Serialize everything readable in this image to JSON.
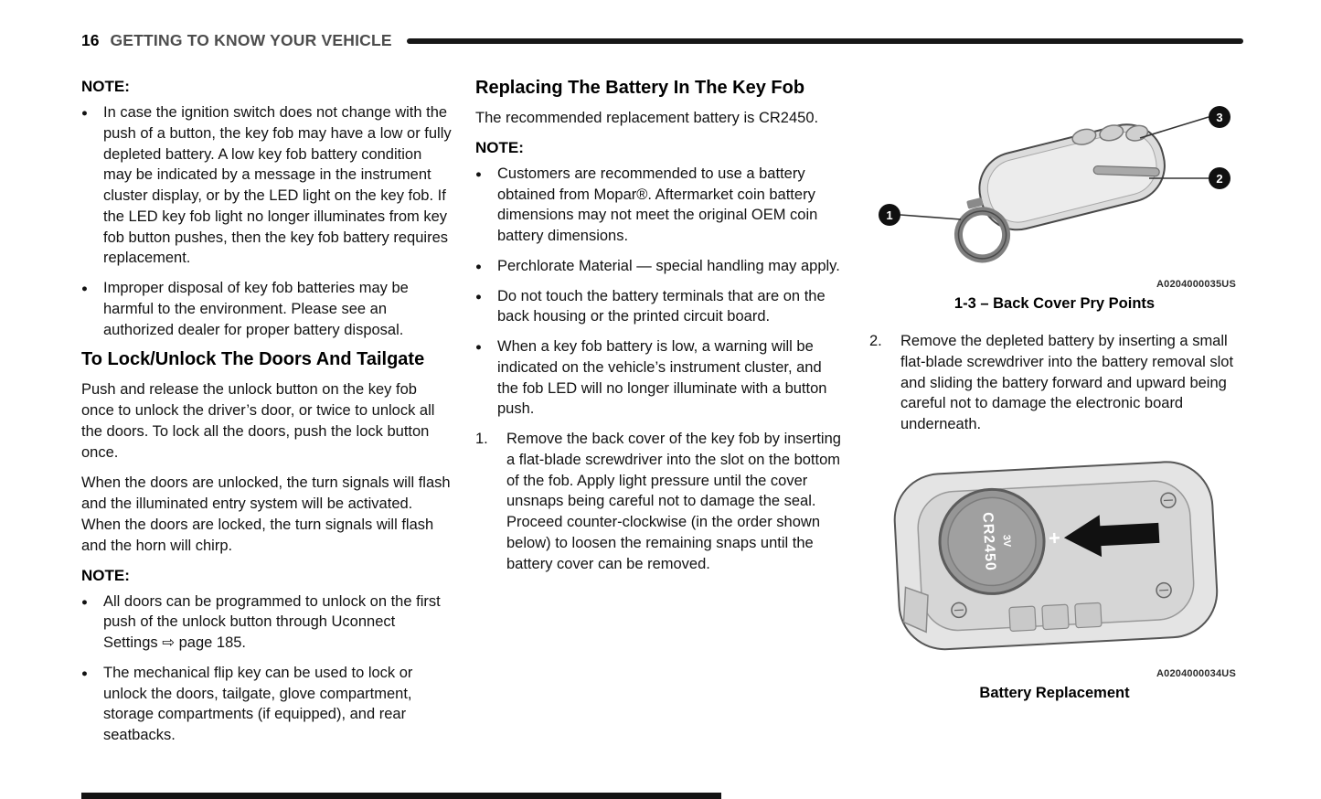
{
  "page": {
    "number": "16",
    "section_title": "GETTING TO KNOW YOUR VEHICLE"
  },
  "col1": {
    "note1_label": "NOTE:",
    "note1_items": [
      "In case the ignition switch does not change with the push of a button, the key fob may have a low or fully depleted battery. A low key fob battery condition may be indicated by a message in the instrument cluster display, or by the LED light on the key fob. If the LED key fob light no longer illuminates from key fob button pushes, then the key fob battery requires replacement.",
      "Improper disposal of key fob batteries may be harmful to the environment. Please see an authorized dealer for proper battery disposal."
    ],
    "heading": "To Lock/Unlock The Doors And Tailgate",
    "para1": "Push and release the unlock button on the key fob once to unlock the driver’s door, or twice to unlock all the doors. To lock all the doors, push the lock button once.",
    "para2": "When the doors are unlocked, the turn signals will flash and the illuminated entry system will be activated. When the doors are locked, the turn signals will flash and the horn will chirp.",
    "note2_label": "NOTE:",
    "note2_items": [
      "All doors can be programmed to unlock on the first push of the unlock button through Uconnect Settings ⇨ page 185.",
      "The mechanical flip key can be used to lock or unlock the doors, tailgate, glove compartment, storage compartments (if equipped), and rear seatbacks."
    ]
  },
  "col2": {
    "heading": "Replacing The Battery In The Key Fob",
    "intro": "The recommended replacement battery is CR2450.",
    "note_label": "NOTE:",
    "note_items": [
      "Customers are recommended to use a battery obtained from Mopar®. Aftermarket coin battery dimensions may not meet the original OEM coin battery dimensions.",
      "Perchlorate Material — special handling may apply.",
      "Do not touch the battery terminals that are on the back housing or the printed circuit board.",
      "When a key fob battery is low, a warning will be indicated on the vehicle’s instrument cluster, and the fob LED will no longer illuminate with a button push."
    ],
    "steps": [
      {
        "num": "1.",
        "text": "Remove the back cover of the key fob by inserting a flat-blade screwdriver into the slot on the bottom of the fob. Apply light pressure until the cover unsnaps being careful not to damage the seal. Proceed counter-clockwise (in the order shown below) to loosen the remaining snaps until the battery cover can be removed."
      }
    ]
  },
  "col3": {
    "figure1": {
      "code": "A0204000035US",
      "caption": "1-3 – Back Cover Pry Points",
      "callouts": [
        "1",
        "2",
        "3"
      ]
    },
    "step2": {
      "num": "2.",
      "text": "Remove the depleted battery by inserting a small flat-blade screwdriver into the battery removal slot and sliding the battery forward and upward being careful not to damage the electronic board underneath."
    },
    "figure2": {
      "code": "A0204000034US",
      "caption": "Battery Replacement",
      "battery_label": "CR2450",
      "battery_voltage": "3V"
    }
  }
}
